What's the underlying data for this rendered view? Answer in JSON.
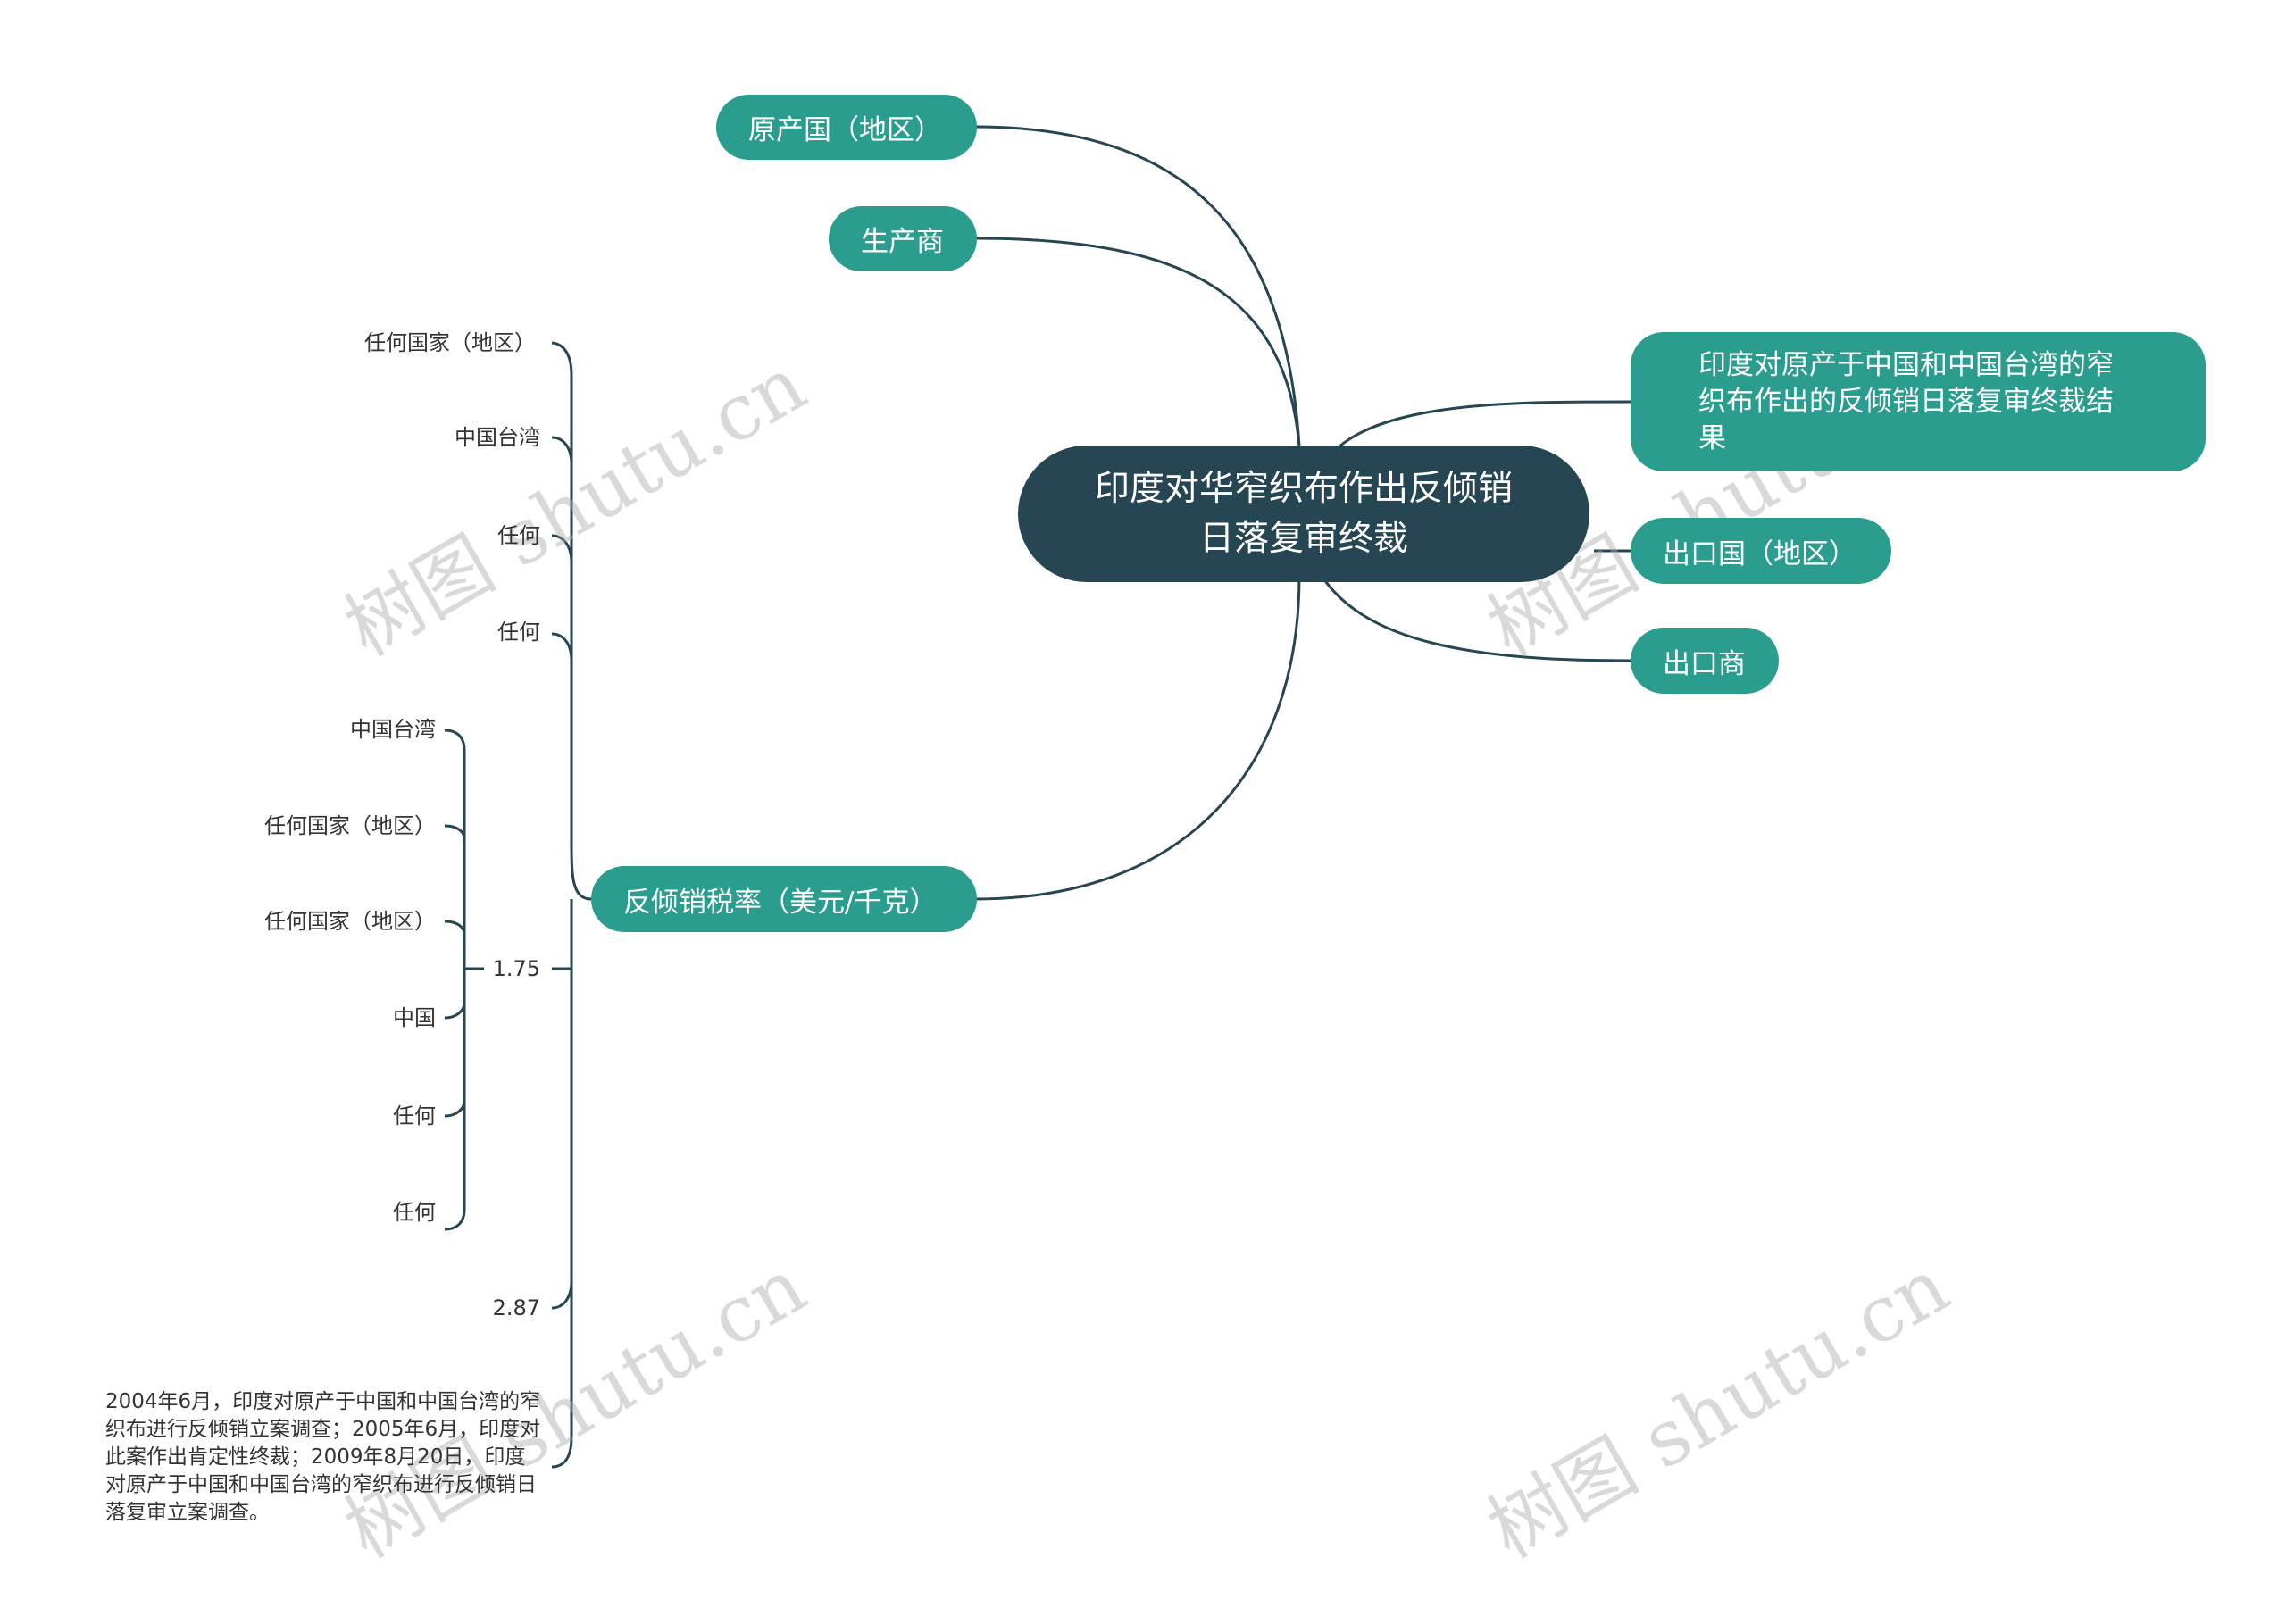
{
  "root": {
    "title": "印度对华窄织布作出反倾销日落复审终裁"
  },
  "branches": {
    "origin": "原产国（地区）",
    "producer": "生产商",
    "result": "印度对原产于中国和中国台湾的窄织布作出的反倾销日落复审终裁结果",
    "export_country": "出口国（地区）",
    "exporter": "出口商",
    "duty": "反倾销税率（美元/千克）"
  },
  "leaves": {
    "a1": "任何国家（地区）",
    "a2": "中国台湾",
    "a3": "任何",
    "a4": "任何",
    "b1": "中国台湾",
    "b2": "任何国家（地区）",
    "b3": "任何国家（地区）",
    "b4": "中国",
    "b5": "任何",
    "b6": "任何",
    "rate1": "1.75",
    "rate2": "2.87",
    "note": "2004年6月，印度对原产于中国和中国台湾的窄织布进行反倾销立案调查；2005年6月，印度对此案作出肯定性终裁；2009年8月20日，印度对原产于中国和中国台湾的窄织布进行反倾销日落复审立案调查。"
  },
  "watermark": "树图 shutu.cn",
  "colors": {
    "root": "#264653",
    "branch": "#2a9d8f",
    "line": "#264653",
    "text": "#333333"
  }
}
